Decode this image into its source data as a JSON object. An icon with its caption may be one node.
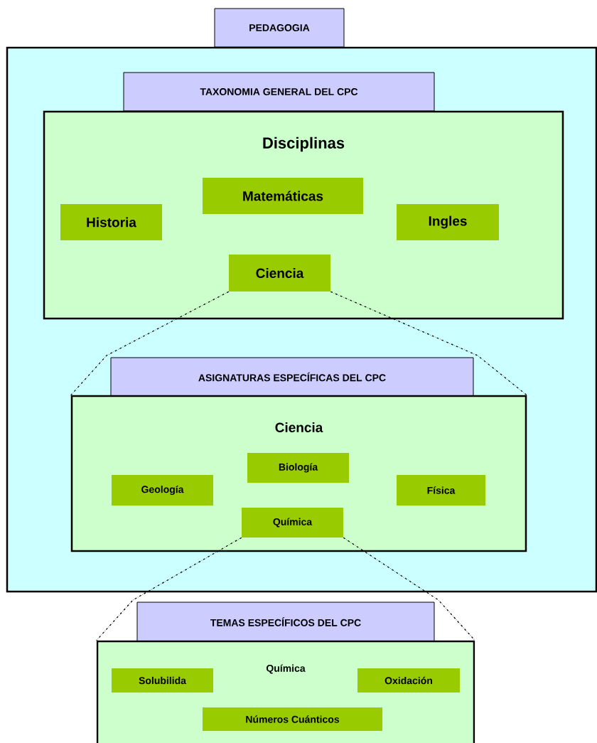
{
  "diagram": {
    "nodes": [
      {
        "text": [
          "PEDAGOGIA"
        ]
      },
      {
        "text": [],
        "shape": "box"
      },
      {
        "text": [
          "TAXONOMIA GENERAL DEL CPC"
        ],
        "in": 1
      },
      {
        "text": [
          "Disciplinas"
        ],
        "in": 1
      },
      {
        "text": [
          "Matemáticas"
        ],
        "in": 3
      },
      {
        "text": [
          "Historia"
        ],
        "in": 3
      },
      {
        "text": [
          "Ingles"
        ],
        "in": 3
      },
      {
        "text": [
          "Ciencia"
        ],
        "in": 3
      },
      {
        "text": [
          "ASIGNATURAS ESPECÍFICAS DEL CPC"
        ],
        "in": 1
      },
      {
        "text": [
          "Ciencia"
        ],
        "in": 1
      },
      {
        "text": [
          "Biología"
        ],
        "in": 9
      },
      {
        "text": [
          "Geología"
        ],
        "in": 9
      },
      {
        "text": [
          "Física"
        ],
        "in": 9
      },
      {
        "text": [
          "Química"
        ],
        "in": 9
      },
      {
        "text": [
          "TEMAS ESPECÍFICOS DEL CPC"
        ]
      },
      {
        "text": [
          "Química"
        ]
      },
      {
        "text": [
          "Solubilida"
        ],
        "in": 15
      },
      {
        "text": [
          "Oxidación"
        ],
        "in": 15
      },
      {
        "text": [
          "Números Cuánticos"
        ],
        "in": 15
      }
    ],
    "edges": [
      {
        "from": 7,
        "to": 9,
        "arrow": "none",
        "style": "dashed"
      },
      {
        "from": 7,
        "to": 9,
        "arrow": "none",
        "style": "dashed"
      },
      {
        "from": 13,
        "to": 15,
        "arrow": "none",
        "style": "dashed"
      },
      {
        "from": 13,
        "to": 15,
        "arrow": "none",
        "style": "dashed"
      }
    ]
  }
}
